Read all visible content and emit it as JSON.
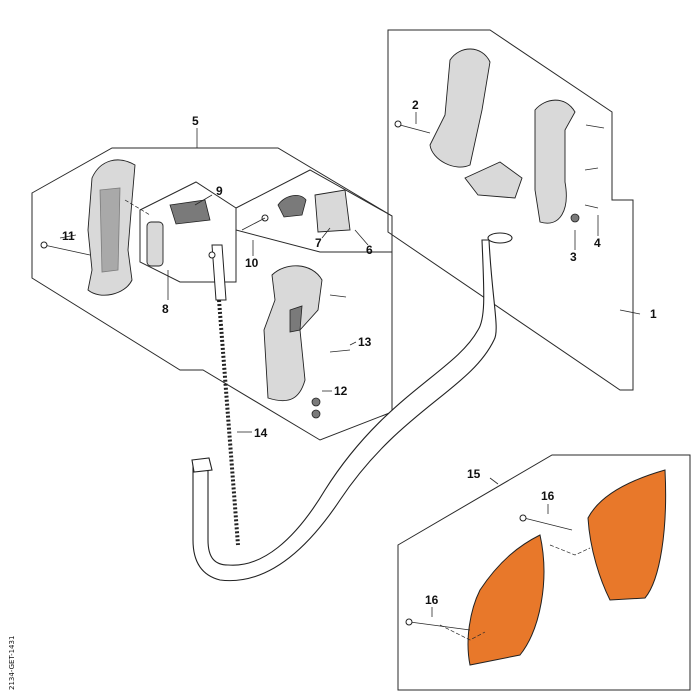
{
  "diagram": {
    "callouts": {
      "n1": "1",
      "n2": "2",
      "n3": "3",
      "n4": "4",
      "n5": "5",
      "n6": "6",
      "n7": "7",
      "n8": "8",
      "n9": "9",
      "n10": "10",
      "n11": "11",
      "n12": "12",
      "n13": "13",
      "n14": "14",
      "n15": "15",
      "n16a": "16",
      "n16b": "16"
    },
    "drawing_code": "2134-GET-1431",
    "colors": {
      "shield": "#e8782a",
      "shield_dark": "#c85a12",
      "line": "#222222"
    }
  }
}
